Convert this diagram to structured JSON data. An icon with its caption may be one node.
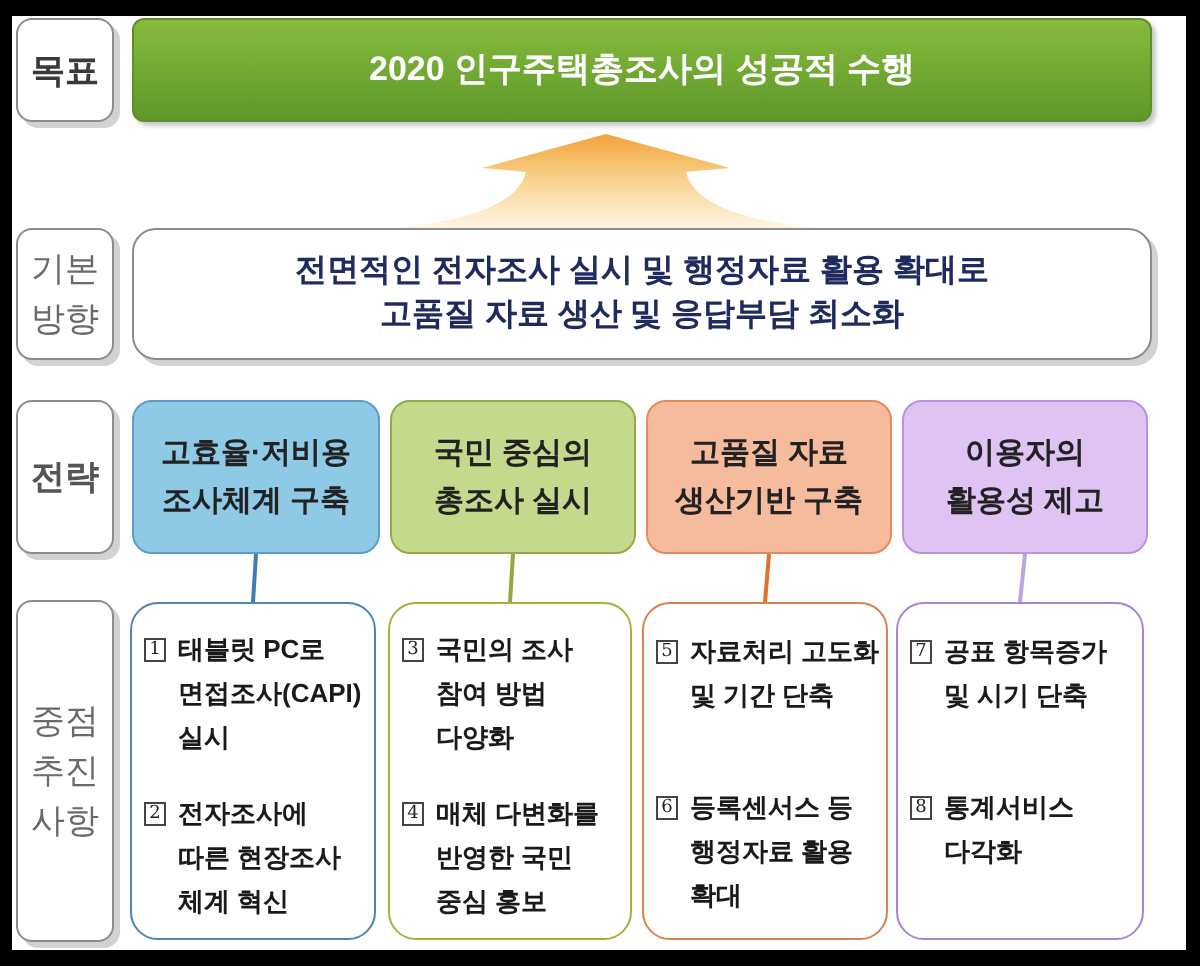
{
  "diagram": {
    "nodes": [
      {
        "text": [
          "목표"
        ]
      },
      {
        "text": [
          "2020 인구주택총조사의 성공적 수행"
        ]
      },
      {
        "text": [
          "기본 방향"
        ]
      },
      {
        "text": [
          "전면적인 전자조사 실시 및 행정자료 활용 확대로 고품질 자료 생산 및 응답부담 최소화"
        ]
      },
      {
        "text": [
          "전략"
        ]
      },
      {
        "text": [
          "고효율·저비용 조사체계 구축"
        ]
      },
      {
        "text": [
          "국민 중심의 총조사 실시"
        ]
      },
      {
        "text": [
          "고품질 자료 생산기반 구축"
        ]
      },
      {
        "text": [
          "이용자의 활용성 제고"
        ]
      },
      {
        "text": [
          "중점 추진 사항"
        ]
      },
      {
        "text": [
          "1",
          "태블릿 PC로 면접조사(CAPI) 실시",
          "2",
          "전자조사에 따른 현장조사 체계 혁신"
        ]
      },
      {
        "text": [
          "3",
          "국민의 조사 참여 방법 다양화",
          "4",
          "매체 다변화를 반영한 국민 중심 홍보"
        ]
      },
      {
        "text": [
          "5",
          "자료처리 고도화 및 기간 단축",
          "6",
          "등록센서스 등 행정자료 활용 확대"
        ]
      },
      {
        "text": [
          "7",
          "공표 항목증가 및 시기 단축",
          "8",
          "통계서비스 다각화"
        ]
      }
    ],
    "edges": [
      {
        "from": 3,
        "to": 1,
        "arrow": "to",
        "style": "thick",
        "color": "#f2a23a"
      },
      {
        "from": 5,
        "to": 10,
        "arrow": "none",
        "color": "#3f7db5"
      },
      {
        "from": 6,
        "to": 11,
        "arrow": "none",
        "color": "#8fab3d"
      },
      {
        "from": 7,
        "to": 12,
        "arrow": "none",
        "color": "#e0712f"
      },
      {
        "from": 8,
        "to": 13,
        "arrow": "none",
        "color": "#bca4df"
      }
    ]
  }
}
